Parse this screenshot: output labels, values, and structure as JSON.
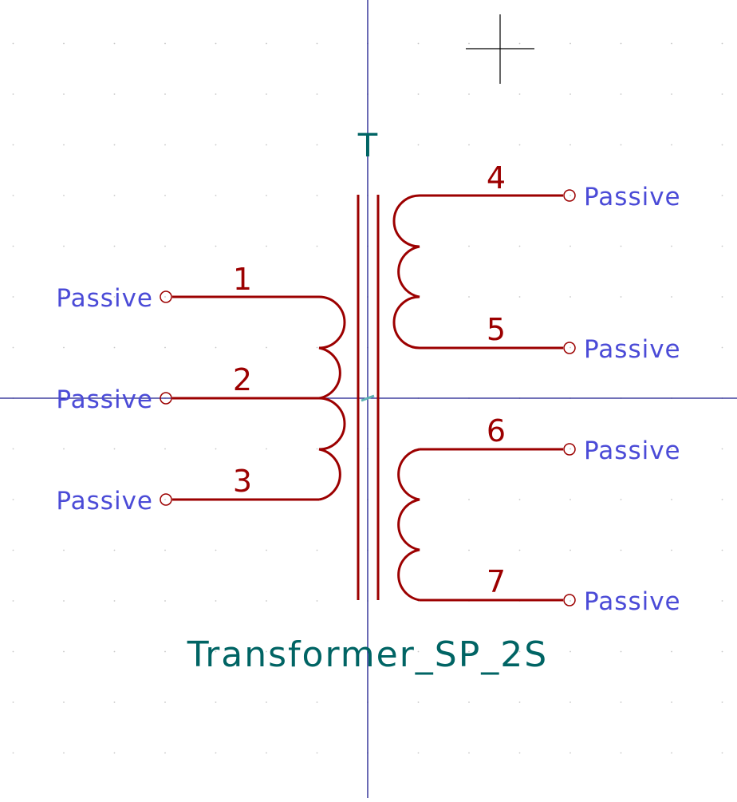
{
  "colors": {
    "background": "#ffffff",
    "body": "#9c0000",
    "pin_type": "#4b4bd7",
    "field_text": "#006464",
    "axis": "#1a1a8c",
    "cursor": "#000000",
    "grid_dot": "#c8c8c8"
  },
  "symbol": {
    "reference": "T",
    "value": "Transformer_SP_2S"
  },
  "pins": [
    {
      "number": "1",
      "type": "Passive"
    },
    {
      "number": "2",
      "type": "Passive"
    },
    {
      "number": "3",
      "type": "Passive"
    },
    {
      "number": "4",
      "type": "Passive"
    },
    {
      "number": "5",
      "type": "Passive"
    },
    {
      "number": "6",
      "type": "Passive"
    },
    {
      "number": "7",
      "type": "Passive"
    }
  ]
}
